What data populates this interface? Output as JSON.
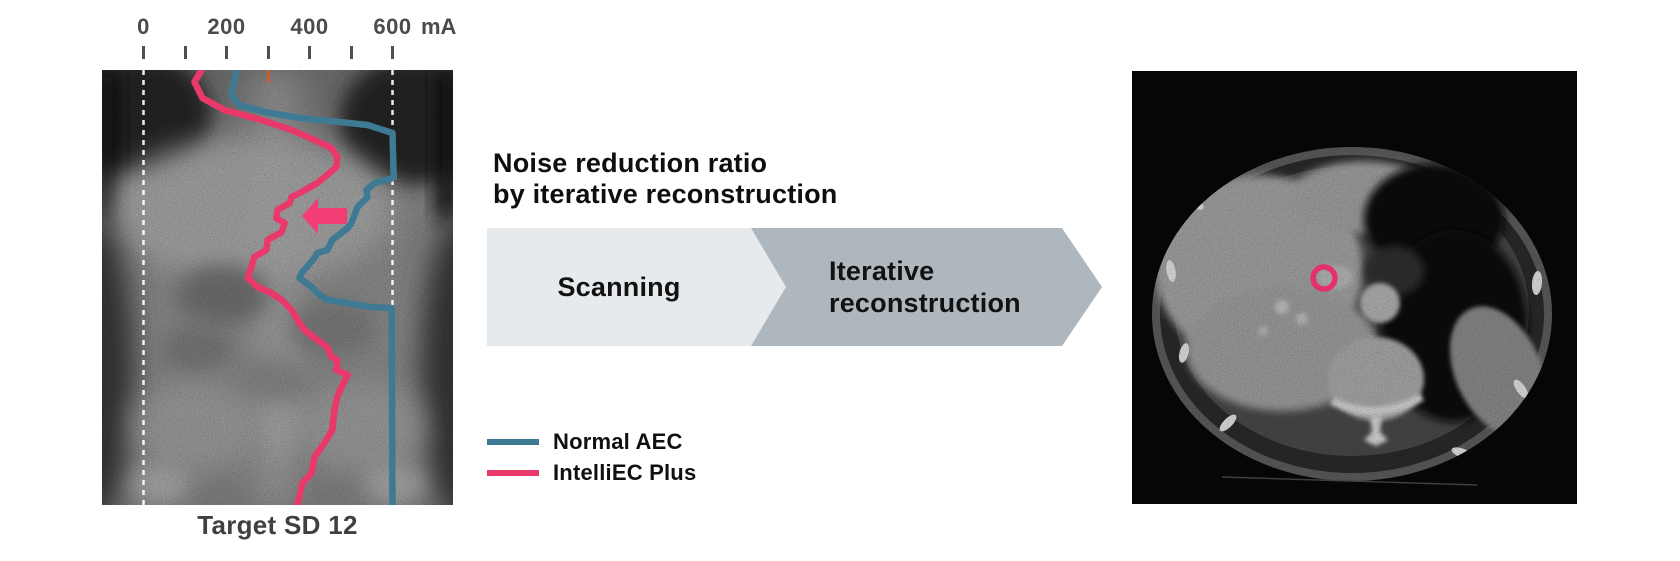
{
  "figure": {
    "title_line1": "Noise reduction ratio",
    "title_line2": "by iterative reconstruction",
    "caption": "Target SD 12",
    "flow_steps": [
      {
        "lines": [
          "Scanning"
        ],
        "fill": "#e6eaed"
      },
      {
        "lines": [
          "Iterative",
          "reconstruction"
        ],
        "fill": "#aeb7be"
      }
    ],
    "ct_marker_color": "#e5316b"
  },
  "chart_data": {
    "type": "line",
    "x_axis": {
      "unit": "mA",
      "min": 0,
      "max": 600,
      "labeled_ticks": [
        0,
        200,
        400,
        600
      ],
      "minor_tick_step": 100,
      "guide_lines": [
        0,
        600
      ]
    },
    "y_axis": {
      "label": ""
    },
    "legend_position": "bottom-left",
    "grid": false,
    "series": [
      {
        "name": "Normal AEC",
        "color": "#3f7a95",
        "points": [
          [
            224,
            0
          ],
          [
            212,
            25
          ],
          [
            231,
            35
          ],
          [
            292,
            42
          ],
          [
            376,
            48
          ],
          [
            472,
            52
          ],
          [
            540,
            55
          ],
          [
            600,
            63
          ],
          [
            603,
            108
          ],
          [
            557,
            113
          ],
          [
            537,
            120
          ],
          [
            540,
            127
          ],
          [
            516,
            137
          ],
          [
            501,
            153
          ],
          [
            492,
            158
          ],
          [
            455,
            170
          ],
          [
            443,
            180
          ],
          [
            419,
            183
          ],
          [
            412,
            188
          ],
          [
            381,
            203
          ],
          [
            376,
            208
          ],
          [
            405,
            217
          ],
          [
            419,
            223
          ],
          [
            443,
            230
          ],
          [
            492,
            233
          ],
          [
            545,
            237
          ],
          [
            598,
            238
          ],
          [
            600,
            435
          ]
        ]
      },
      {
        "name": "IntelliEC Plus",
        "color": "#e9396b",
        "points": [
          [
            140,
            0
          ],
          [
            123,
            12
          ],
          [
            142,
            28
          ],
          [
            195,
            40
          ],
          [
            284,
            50
          ],
          [
            357,
            60
          ],
          [
            412,
            70
          ],
          [
            453,
            78
          ],
          [
            467,
            87
          ],
          [
            465,
            97
          ],
          [
            448,
            103
          ],
          [
            419,
            113
          ],
          [
            381,
            122
          ],
          [
            357,
            127
          ],
          [
            352,
            133
          ],
          [
            323,
            140
          ],
          [
            320,
            148
          ],
          [
            340,
            153
          ],
          [
            333,
            162
          ],
          [
            299,
            170
          ],
          [
            296,
            180
          ],
          [
            267,
            187
          ],
          [
            260,
            197
          ],
          [
            251,
            208
          ],
          [
            275,
            217
          ],
          [
            308,
            223
          ],
          [
            333,
            230
          ],
          [
            357,
            240
          ],
          [
            371,
            250
          ],
          [
            388,
            260
          ],
          [
            419,
            270
          ],
          [
            443,
            277
          ],
          [
            453,
            287
          ],
          [
            467,
            290
          ],
          [
            465,
            300
          ],
          [
            492,
            305
          ],
          [
            477,
            317
          ],
          [
            467,
            327
          ],
          [
            460,
            340
          ],
          [
            455,
            360
          ],
          [
            436,
            373
          ],
          [
            412,
            387
          ],
          [
            405,
            403
          ],
          [
            383,
            413
          ],
          [
            371,
            435
          ]
        ]
      }
    ],
    "annotation_arrow": {
      "color": "#f13e74",
      "direction": "left"
    }
  }
}
